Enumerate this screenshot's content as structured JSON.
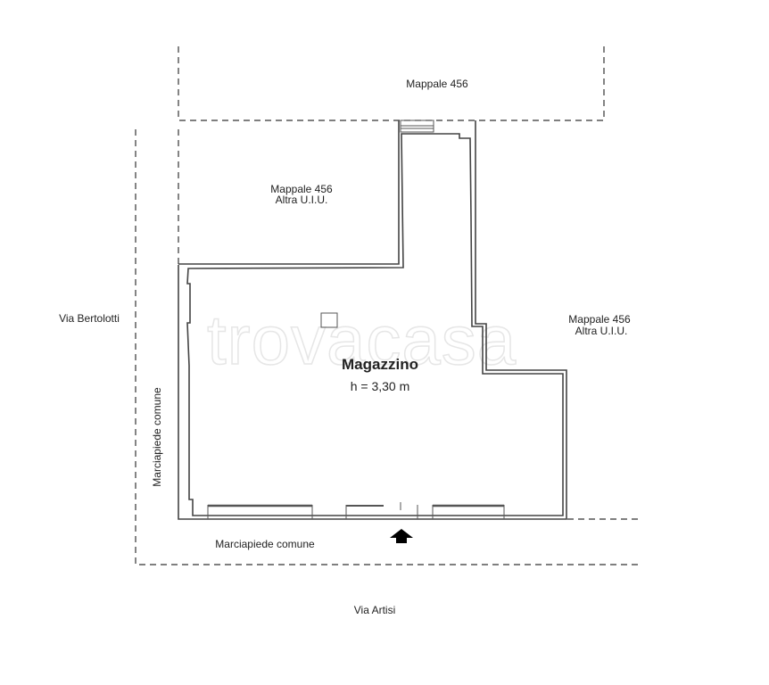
{
  "labels": {
    "top_parcel": "Mappale 456",
    "left_parcel_line1": "Mappale 456",
    "left_parcel_line2": "Altra U.I.U.",
    "right_parcel_line1": "Mappale 456",
    "right_parcel_line2": "Altra U.I.U.",
    "street_west": "Via Bertolotti",
    "sidewalk_west": "Marciapiede comune",
    "room_name": "Magazzino",
    "room_height": "h = 3,30 m",
    "sidewalk_south": "Marciapiede comune",
    "street_south": "Via Artisi"
  },
  "watermark": "trovacasa",
  "icons": {
    "entrance": "entrance-arrow-icon"
  }
}
